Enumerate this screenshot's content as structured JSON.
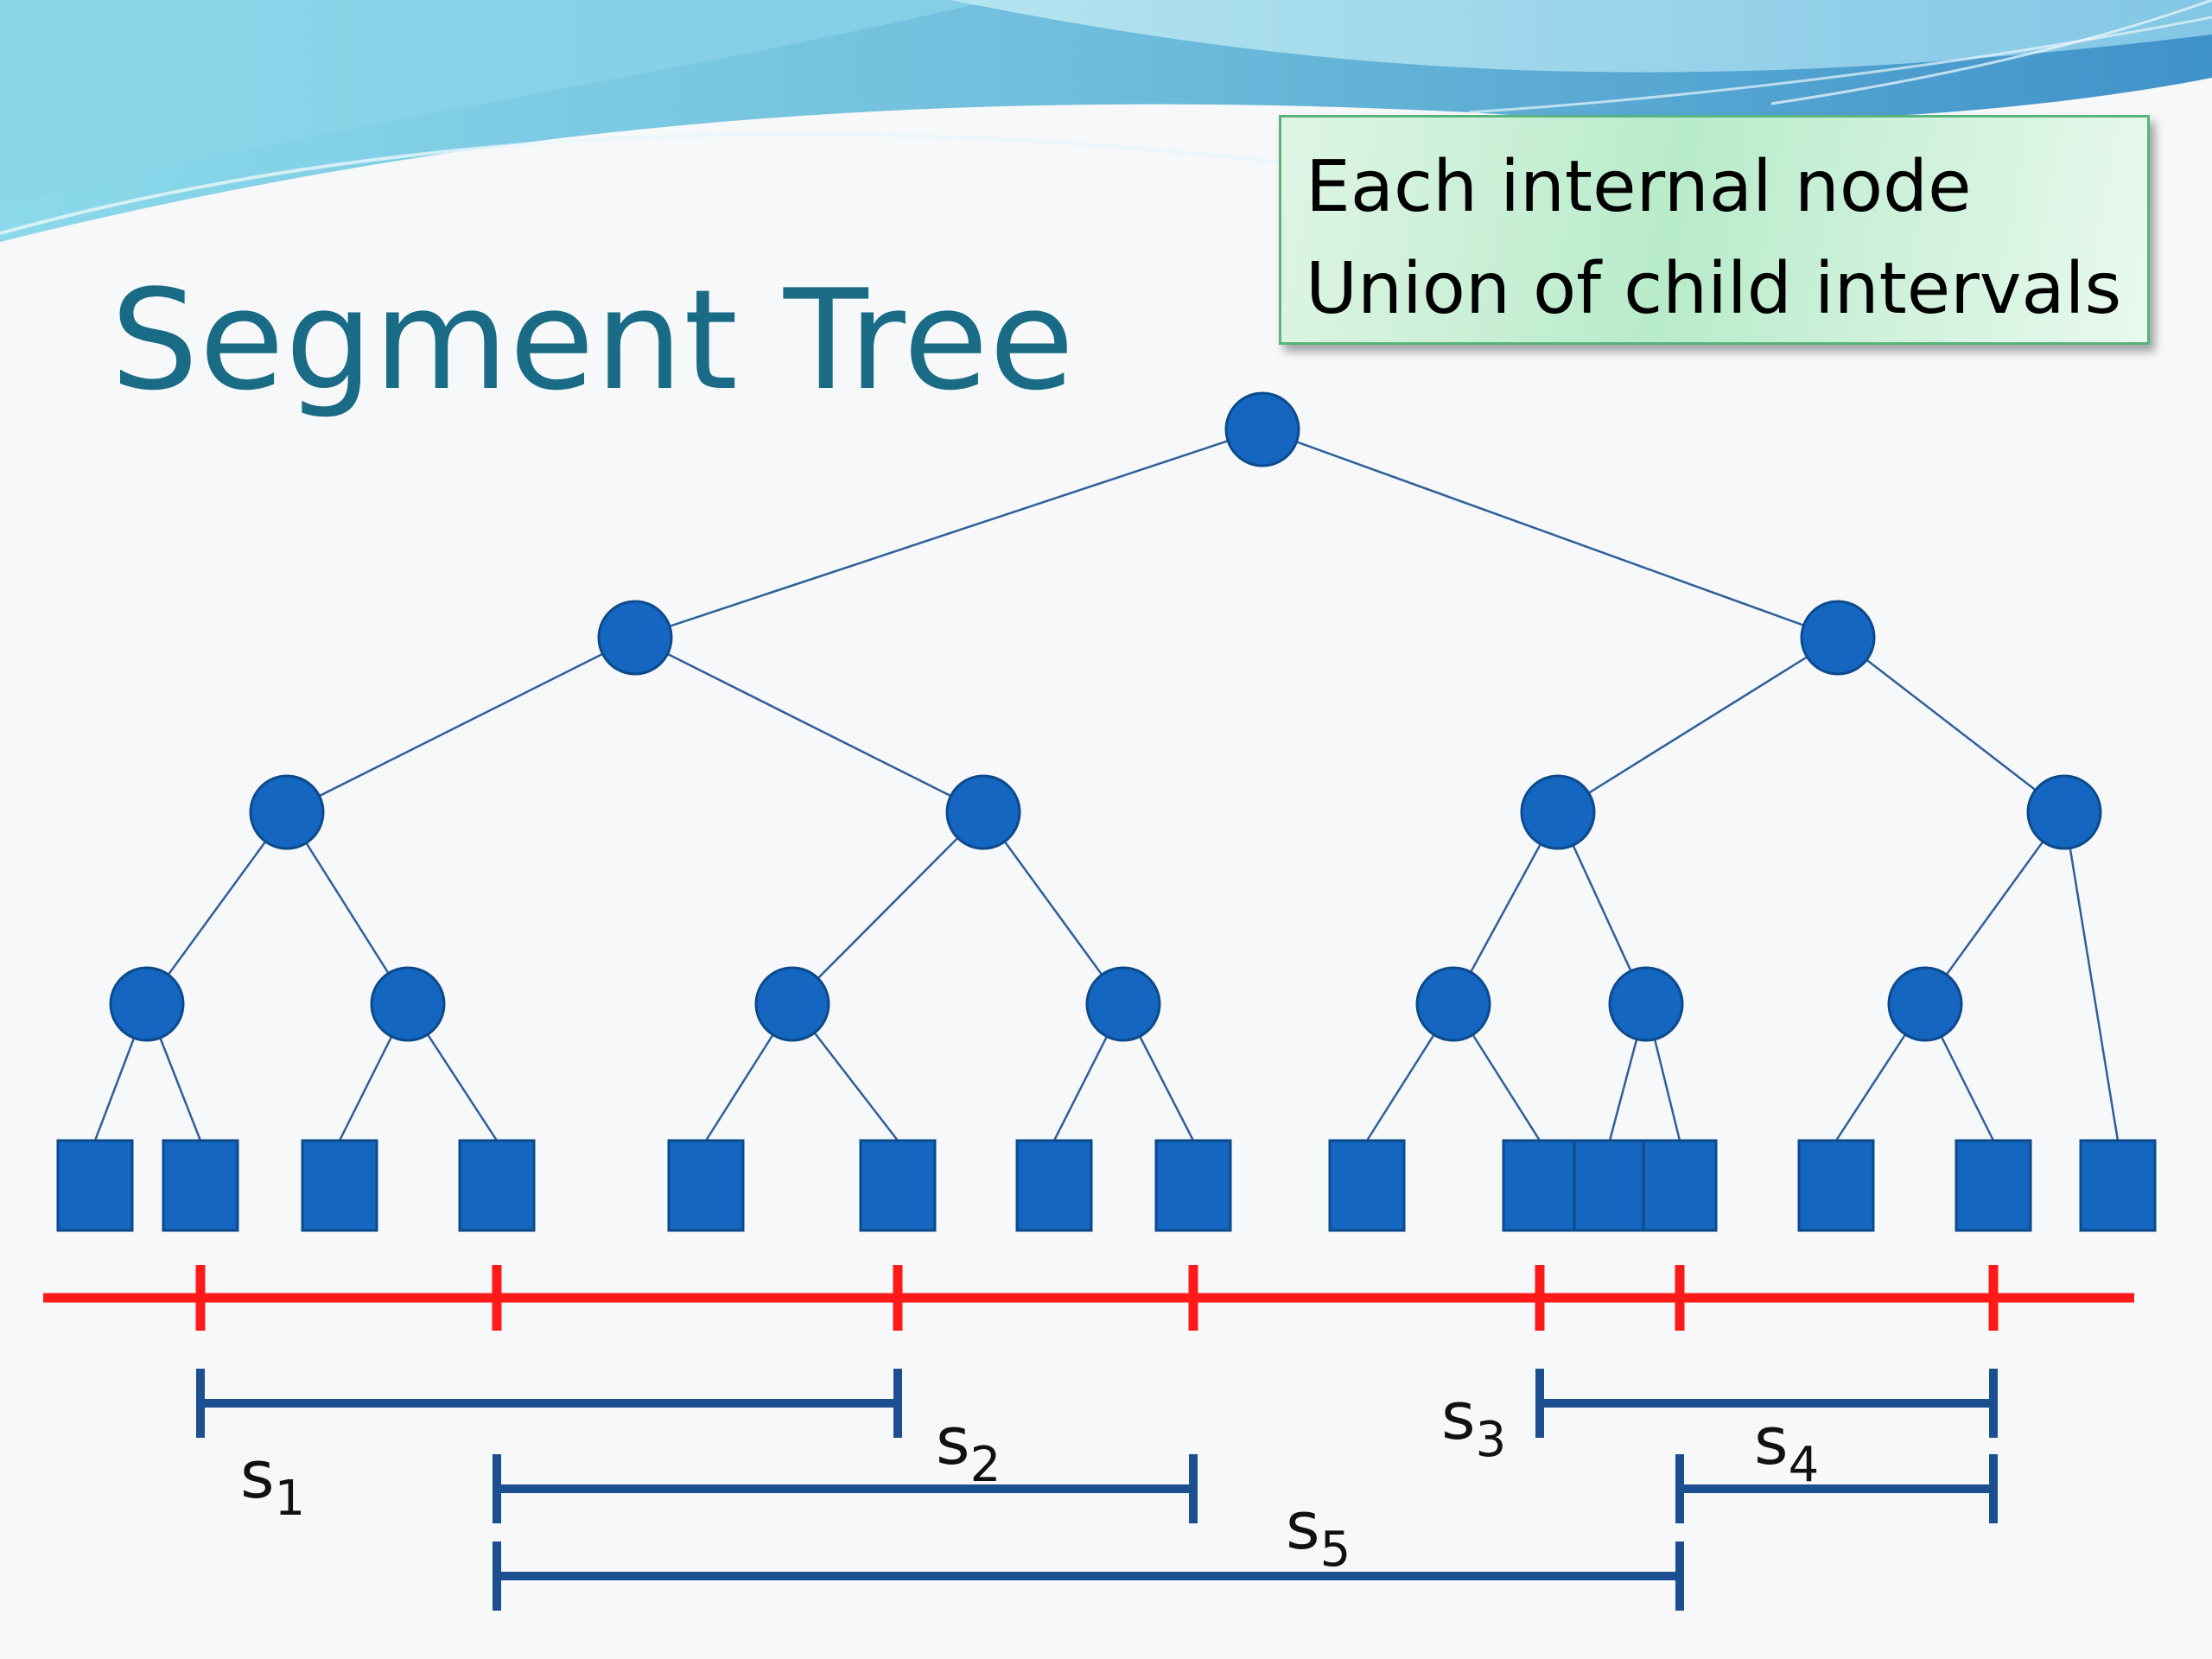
{
  "title": "Segment Tree",
  "callout": {
    "line1": "Each internal node",
    "line2": "Union of child intervals"
  },
  "colors": {
    "title": "#196b86",
    "node_fill": "#1466c0",
    "node_stroke": "#0c4a8c",
    "edge": "#2f5f9a",
    "axis": "#ff1a1a",
    "segment": "#1b4f8f",
    "callout_border": "#58b47c"
  },
  "segments": [
    {
      "label": "s",
      "sub": "1"
    },
    {
      "label": "s",
      "sub": "2"
    },
    {
      "label": "s",
      "sub": "3"
    },
    {
      "label": "s",
      "sub": "4"
    },
    {
      "label": "s",
      "sub": "5"
    }
  ]
}
